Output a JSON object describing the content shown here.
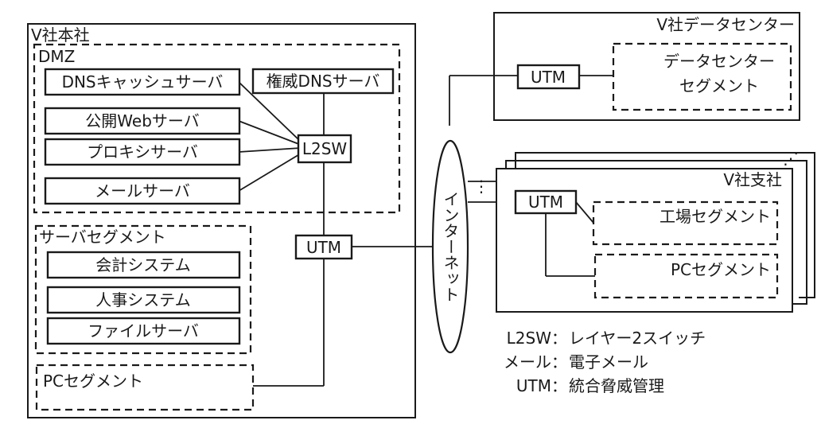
{
  "hq": {
    "title": "V社本社",
    "dmz": {
      "title": "DMZ",
      "servers": [
        "DNSキャッシュサーバ",
        "公開Webサーバ",
        "プロキシサーバ",
        "メールサーバ"
      ],
      "authoritative_dns": "権威DNSサーバ",
      "l2sw": "L2SW"
    },
    "utm": "UTM",
    "server_segment": {
      "title": "サーバセグメント",
      "systems": [
        "会計システム",
        "人事システム",
        "ファイルサーバ"
      ]
    },
    "pc_segment": "PCセグメント"
  },
  "internet": "インターネット",
  "datacenter": {
    "title": "V社データセンター",
    "utm": "UTM",
    "segment_line1": "データセンター",
    "segment_line2": "セグメント"
  },
  "branch": {
    "title": "V社支社",
    "utm": "UTM",
    "factory_segment": "工場セグメント",
    "pc_segment": "PCセグメント"
  },
  "legend": [
    {
      "term": "L2SW",
      "sep": "：",
      "desc": "レイヤー2スイッチ"
    },
    {
      "term": "メール",
      "sep": "：",
      "desc": "電子メール"
    },
    {
      "term": "UTM",
      "sep": "：",
      "desc": "統合脅威管理"
    }
  ]
}
